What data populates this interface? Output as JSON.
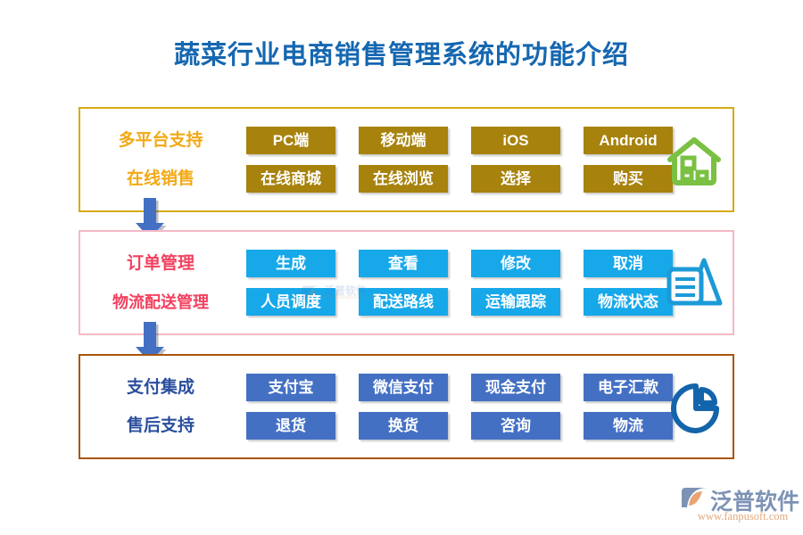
{
  "page": {
    "title": "蔬菜行业电商销售管理系统的功能介绍",
    "title_color": "#1667b0",
    "background": "#ffffff"
  },
  "sections": [
    {
      "id": "platform",
      "border_color": "#d6aa11",
      "label_color": "#f2a916",
      "chip_color": "#a7820d",
      "icon": "house-icon",
      "icon_color": "#7ac143",
      "rows": [
        {
          "label": "多平台支持",
          "chips": [
            "PC端",
            "移动端",
            "iOS",
            "Android"
          ]
        },
        {
          "label": "在线销售",
          "chips": [
            "在线商城",
            "在线浏览",
            "选择",
            "购买"
          ]
        }
      ]
    },
    {
      "id": "order",
      "border_color": "#f3b9c6",
      "label_color": "#f2415f",
      "chip_color": "#17a8ea",
      "icon": "chart-document-icon",
      "icon_color": "#1c9ad6",
      "rows": [
        {
          "label": "订单管理",
          "chips": [
            "生成",
            "查看",
            "修改",
            "取消"
          ]
        },
        {
          "label": "物流配送管理",
          "chips": [
            "人员调度",
            "配送路线",
            "运输跟踪",
            "物流状态"
          ]
        }
      ]
    },
    {
      "id": "payment",
      "border_color": "#a8560a",
      "label_color": "#2b4f9e",
      "chip_color": "#4470c4",
      "icon": "pie-chart-icon",
      "icon_color": "#1464ab",
      "rows": [
        {
          "label": "支付集成",
          "chips": [
            "支付宝",
            "微信支付",
            "现金支付",
            "电子汇款"
          ]
        },
        {
          "label": "售后支持",
          "chips": [
            "退货",
            "换货",
            "咨询",
            "物流"
          ]
        }
      ]
    }
  ],
  "arrows": [
    {
      "name": "arrow-platform-to-order",
      "color": "#4470c4"
    },
    {
      "name": "arrow-order-to-payment",
      "color": "#4470c4"
    }
  ],
  "watermark": {
    "text": "泛普软件",
    "url": "www.fanpusoft.com"
  },
  "brand": {
    "name": "泛普软件",
    "url": "www.fanpusoft.com",
    "name_color": "#7d93b5",
    "url_color": "#e2a87c"
  }
}
